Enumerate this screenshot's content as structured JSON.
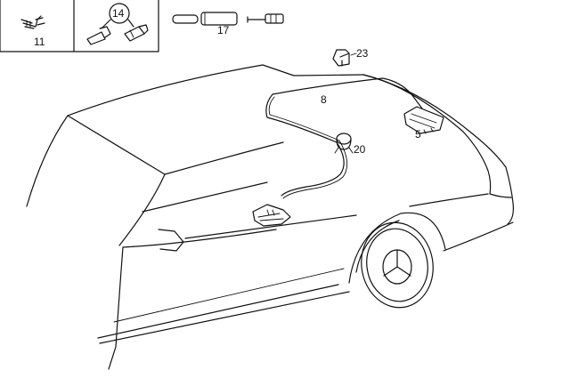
{
  "callouts": {
    "c11": "11",
    "c14": "14",
    "c17": "17",
    "c23": "23",
    "c8": "8",
    "c5": "5",
    "c20": "20"
  }
}
